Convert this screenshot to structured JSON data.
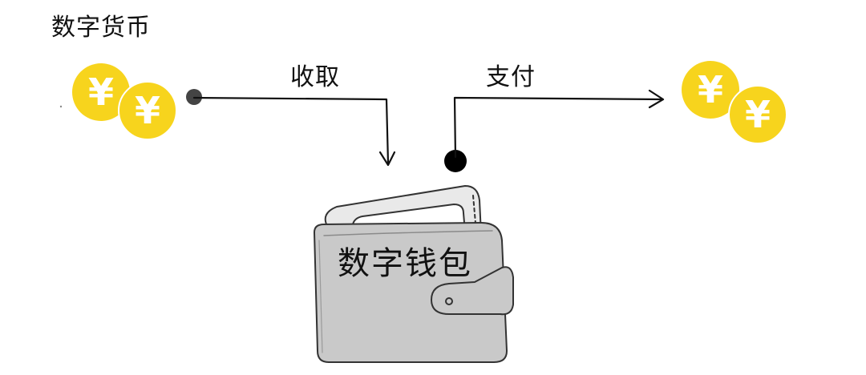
{
  "diagram": {
    "currency_label": "数字货币",
    "receive_label": "收取",
    "pay_label": "支付",
    "wallet_label": "数字钱包",
    "coin_symbol": "¥",
    "coin_color": "#F7D41D",
    "wallet_color": "#C9C9C9",
    "line_color": "#111111"
  }
}
